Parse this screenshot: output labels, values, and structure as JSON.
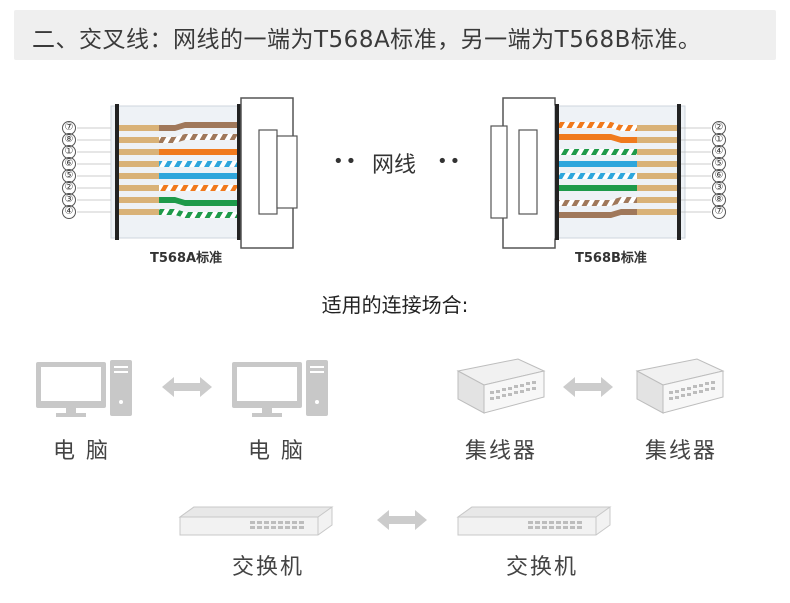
{
  "header": {
    "title": "二、交叉线：网线的一端为T568A标准，另一端为T568B标准。"
  },
  "left_connector": {
    "caption": "T568A标准",
    "pins": [
      "⑦",
      "⑧",
      "①",
      "⑥",
      "⑤",
      "②",
      "③",
      "④"
    ]
  },
  "right_connector": {
    "caption": "T568B标准",
    "pins": [
      "②",
      "①",
      "④",
      "⑤",
      "⑥",
      "③",
      "⑧",
      "⑦"
    ]
  },
  "cable": {
    "label": "网线",
    "dots_left": "••",
    "dots_right": "••"
  },
  "usage": {
    "title": "适用的连接场合:",
    "pairs": [
      {
        "left": "电 脑",
        "right": "电 脑"
      },
      {
        "left": "集线器",
        "right": "集线器"
      },
      {
        "left": "交换机",
        "right": "交换机"
      }
    ]
  },
  "colors": {
    "orange": "#f07a1d",
    "green": "#1e9a4a",
    "blue": "#2ea6dc",
    "brown": "#a0785a",
    "tan": "#d9b277",
    "device_gray": "#c8c8c8",
    "arrow_gray": "#cccccc"
  }
}
